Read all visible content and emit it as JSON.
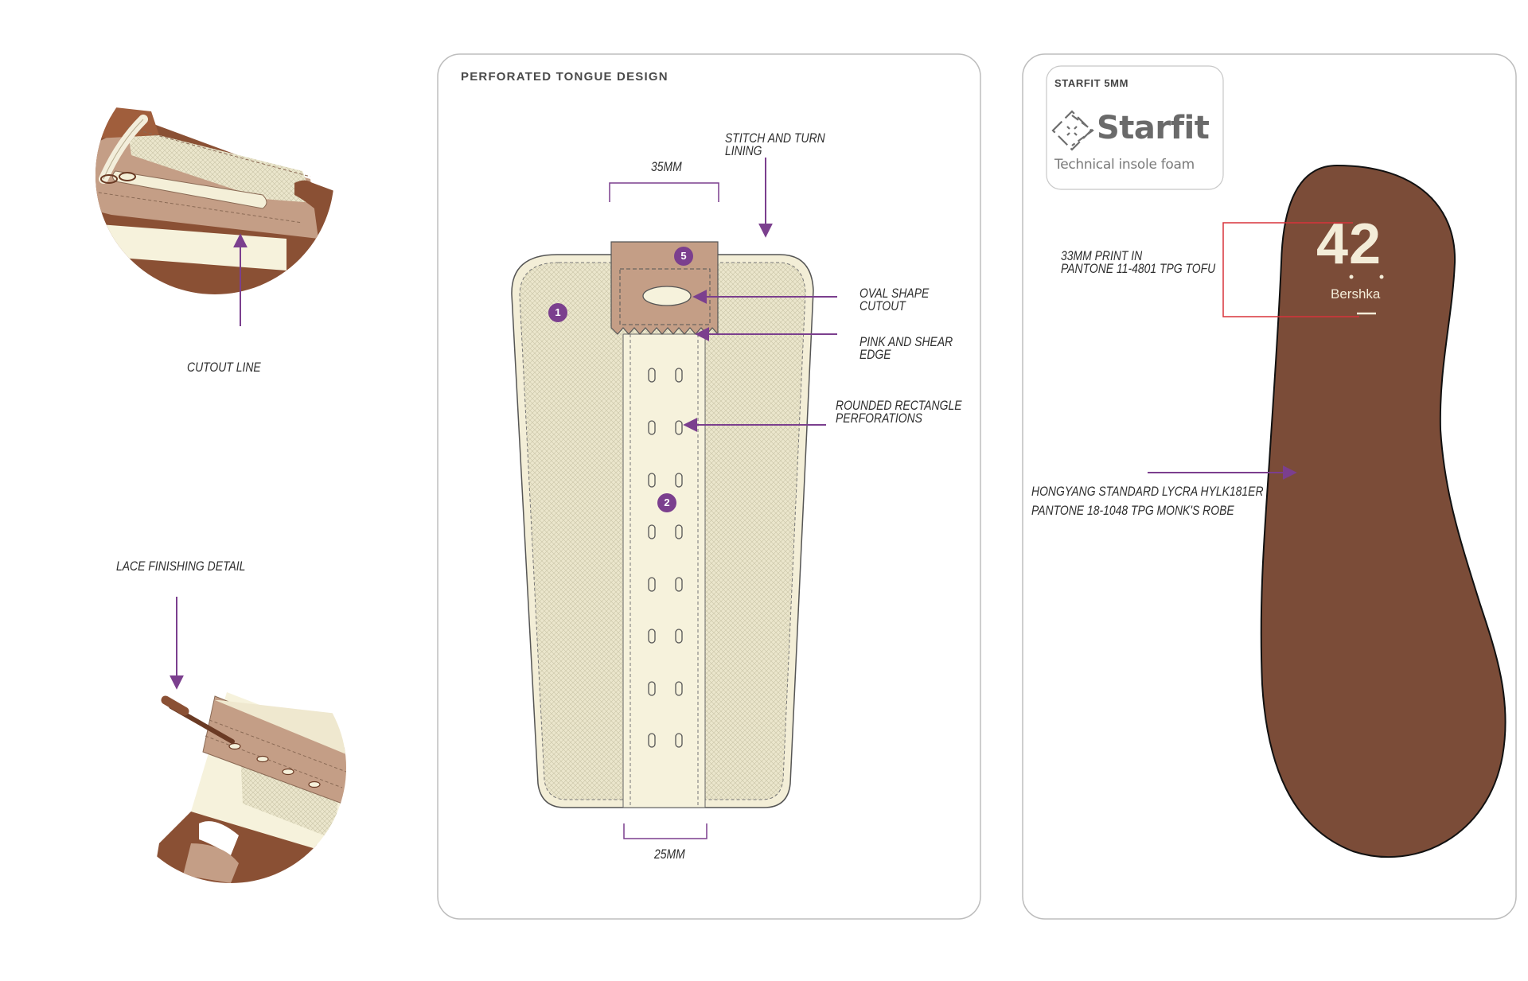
{
  "left": {
    "cutout_label": "CUTOUT LINE",
    "lace_label": "LACE FINISHING DETAIL"
  },
  "tongue_panel": {
    "title": "PERFORATED TONGUE DESIGN",
    "dim_top": "35MM",
    "dim_bottom": "25MM",
    "callouts": {
      "stitch": [
        "STITCH AND TURN",
        "LINING"
      ],
      "oval": [
        "OVAL SHAPE",
        "CUTOUT"
      ],
      "pink": [
        "PINK AND SHEAR",
        "EDGE"
      ],
      "perf": [
        "ROUNDED RECTANGLE",
        "PERFORATIONS"
      ]
    },
    "badges": [
      "1",
      "2",
      "5"
    ]
  },
  "insole_panel": {
    "logo_card_title": "STARFIT 5MM",
    "logo_word": "Starfit",
    "logo_tagline": "Technical insole foam",
    "print_callout": [
      "33MM PRINT IN",
      "PANTONE 11-4801 TPG TOFU"
    ],
    "size_number": "42",
    "size_brand": "Bershka",
    "material_callout": [
      "HONGYANG STANDARD LYCRA HYLK181ER",
      "PANTONE 18-1048 TPG MONK'S ROBE"
    ]
  },
  "colors": {
    "accent": "#7b3f8e",
    "mesh": "#ece7cf",
    "leather": "#c39a7e",
    "insole": "#7b4c38",
    "cream": "#f6f2dc",
    "print_box": "#d8333b"
  }
}
